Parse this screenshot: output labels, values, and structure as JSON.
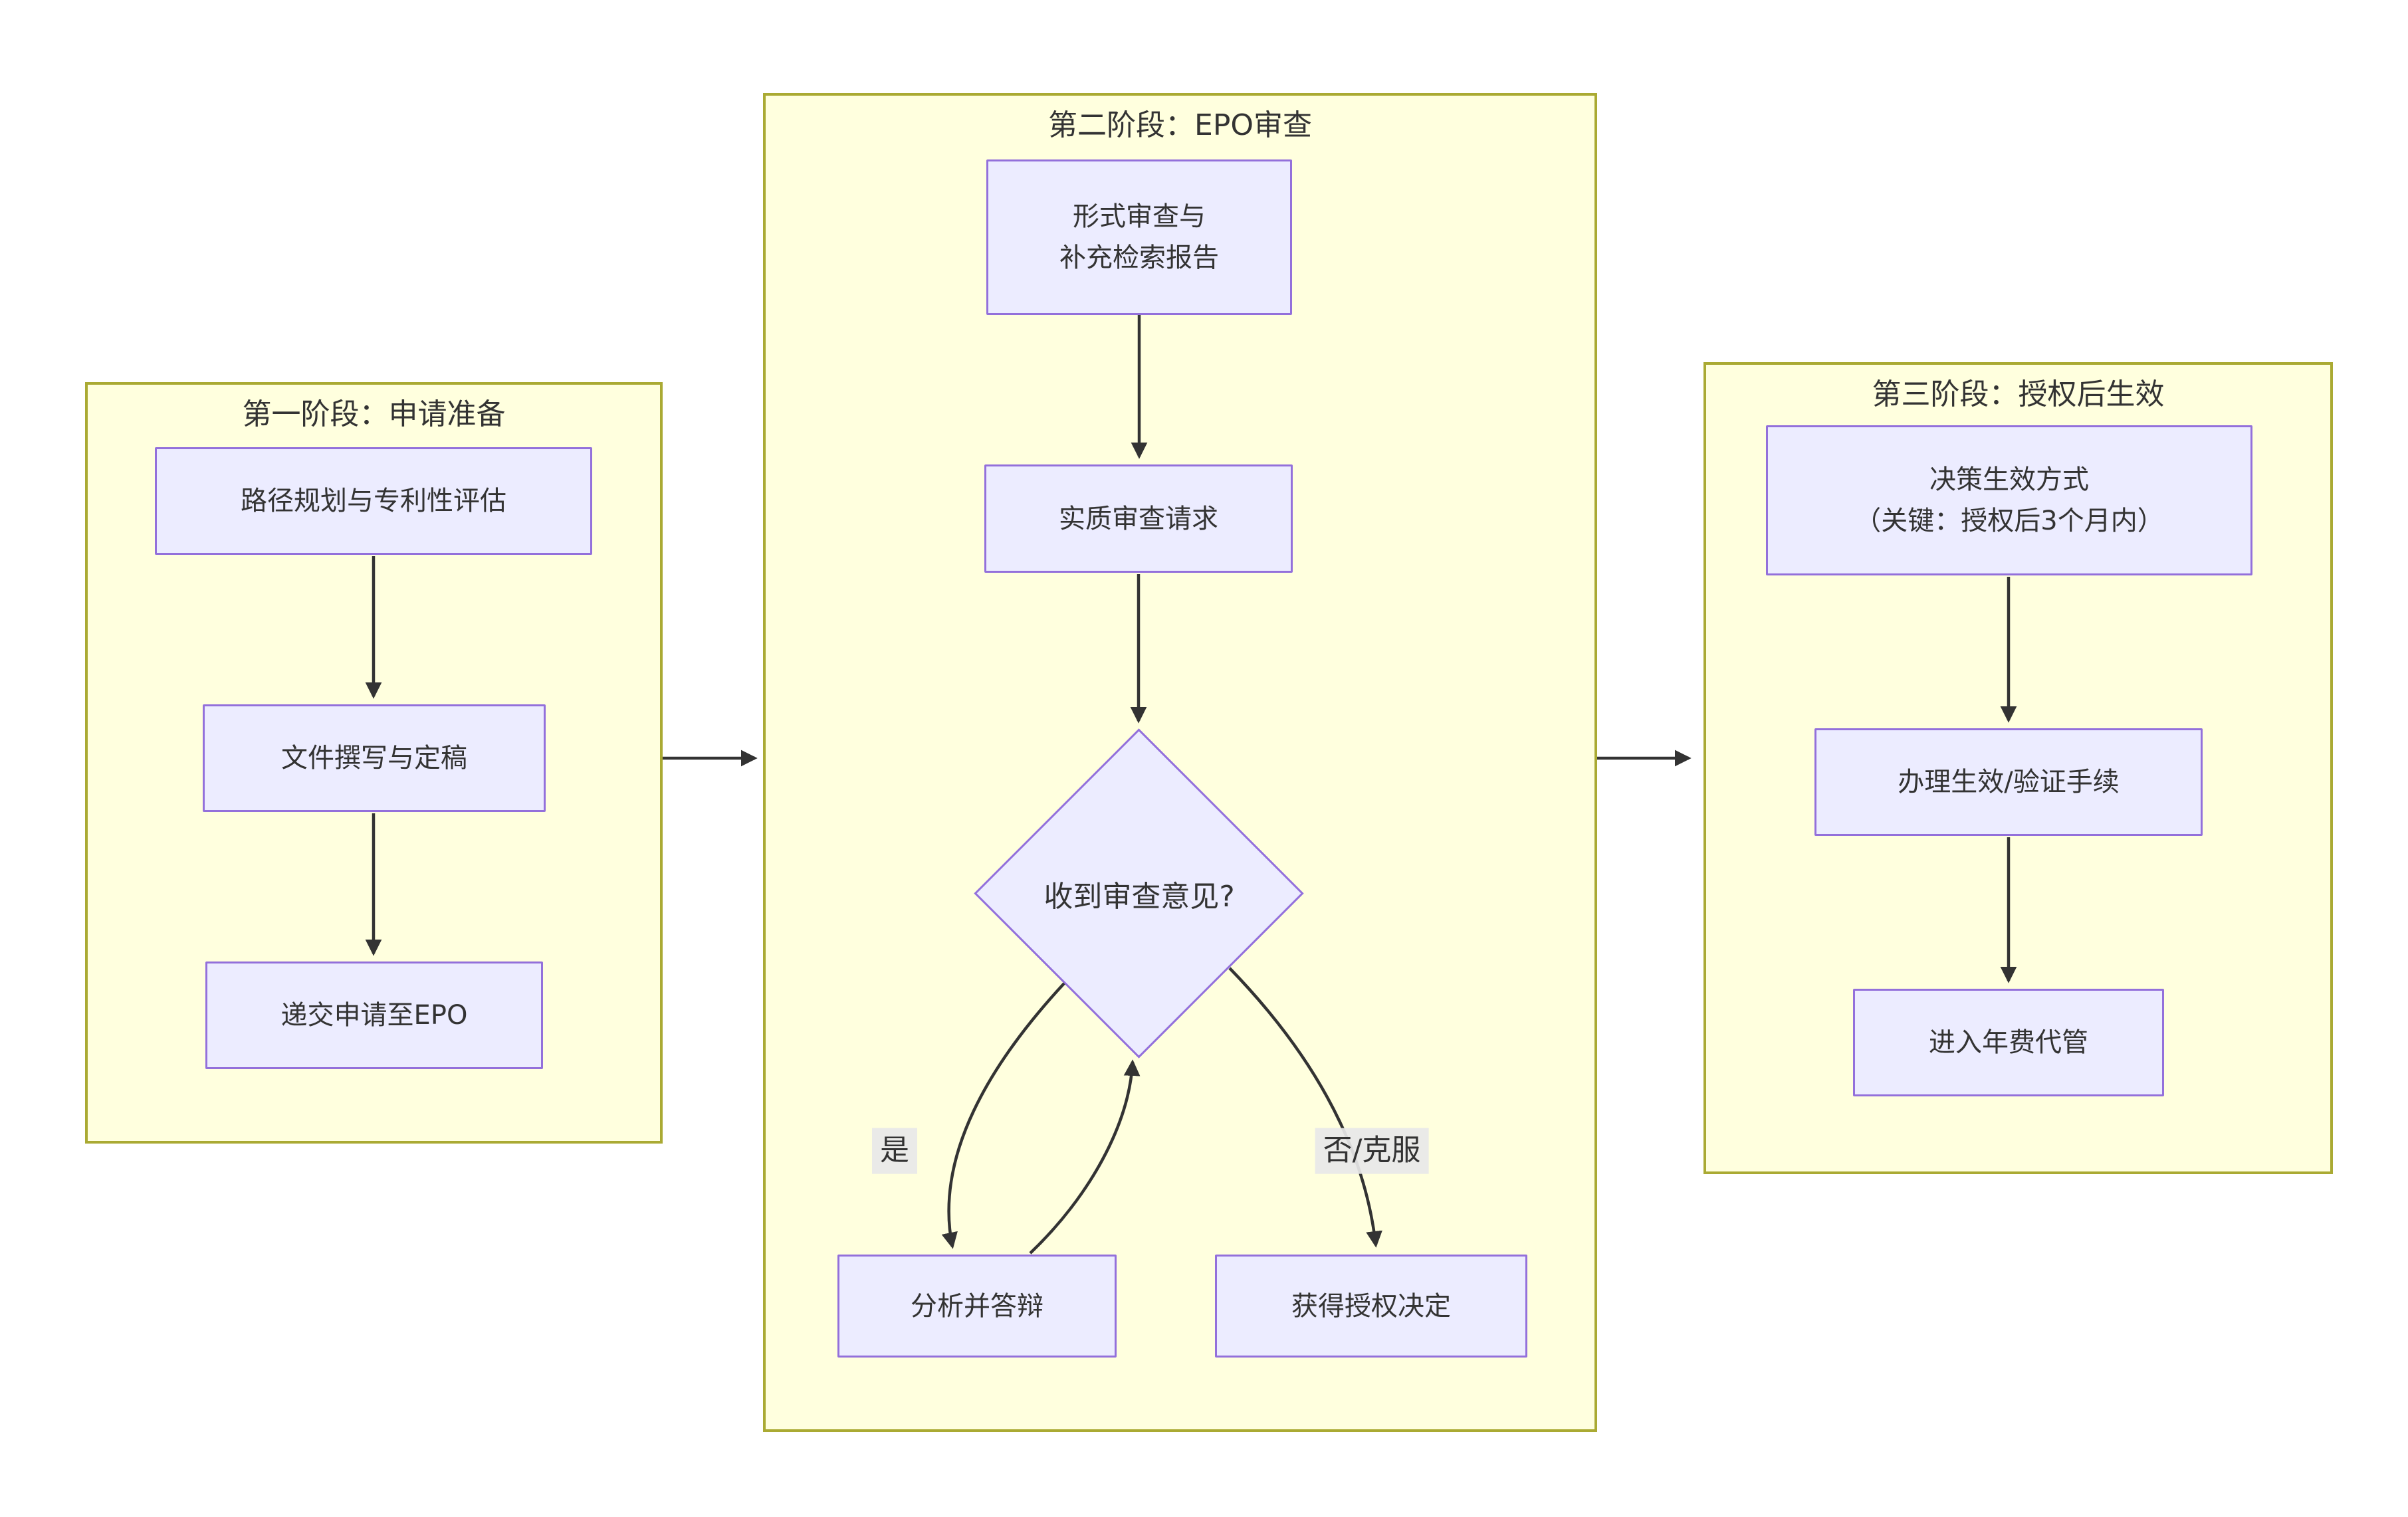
{
  "diagram": {
    "type": "flowchart",
    "direction": "left-to-right",
    "colors": {
      "cluster_fill": "#ffffde",
      "cluster_border": "#aaaa33",
      "node_fill": "#ECECFF",
      "node_border": "#9370DB",
      "edge_color": "#333333",
      "text_color": "#333333",
      "edge_label_bg": "#e8e8e8",
      "page_bg": "#ffffff"
    },
    "phases": {
      "phase1": {
        "title": "第一阶段：申请准备"
      },
      "phase2": {
        "title": "第二阶段：EPO审查"
      },
      "phase3": {
        "title": "第三阶段：授权后生效"
      }
    },
    "nodes": {
      "a": {
        "label": "路径规划与专利性评估"
      },
      "b": {
        "label": "文件撰写与定稿"
      },
      "c": {
        "label": "递交申请至EPO"
      },
      "d": {
        "line1": "形式审查与",
        "line2": "补充检索报告"
      },
      "e": {
        "label": "实质审查请求"
      },
      "f": {
        "label": "收到审查意见?",
        "shape": "diamond"
      },
      "g": {
        "label": "分析并答辩"
      },
      "h": {
        "label": "获得授权决定"
      },
      "i": {
        "line1": "决策生效方式",
        "line2": "（关键：授权后3个月内）"
      },
      "j": {
        "label": "办理生效/验证手续"
      },
      "k": {
        "label": "进入年费代管"
      }
    },
    "edge_labels": {
      "yes": "是",
      "no": "否/克服"
    },
    "edges": [
      {
        "from": "路径规划与专利性评估",
        "to": "文件撰写与定稿",
        "label": ""
      },
      {
        "from": "文件撰写与定稿",
        "to": "递交申请至EPO",
        "label": ""
      },
      {
        "from": "第一阶段：申请准备",
        "to": "第二阶段：EPO审查",
        "label": ""
      },
      {
        "from": "形式审查与补充检索报告",
        "to": "实质审查请求",
        "label": ""
      },
      {
        "from": "实质审查请求",
        "to": "收到审查意见?",
        "label": ""
      },
      {
        "from": "收到审查意见?",
        "to": "分析并答辩",
        "label": "是"
      },
      {
        "from": "分析并答辩",
        "to": "收到审查意见?",
        "label": ""
      },
      {
        "from": "收到审查意见?",
        "to": "获得授权决定",
        "label": "否/克服"
      },
      {
        "from": "第二阶段：EPO审查",
        "to": "第三阶段：授权后生效",
        "label": ""
      },
      {
        "from": "决策生效方式（关键：授权后3个月内）",
        "to": "办理生效/验证手续",
        "label": ""
      },
      {
        "from": "办理生效/验证手续",
        "to": "进入年费代管",
        "label": ""
      }
    ]
  }
}
